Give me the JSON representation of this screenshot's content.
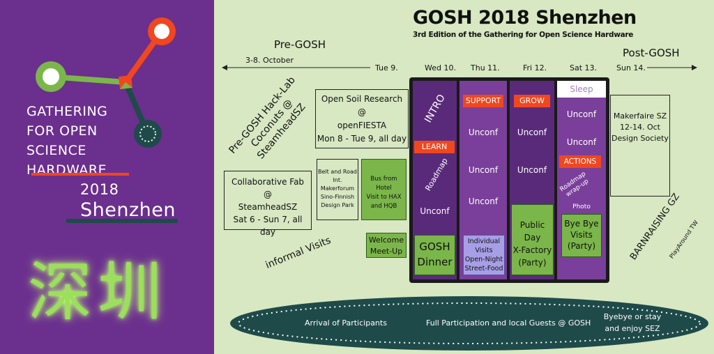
{
  "logo": {
    "lines": [
      "GATHERING",
      "FOR OPEN",
      "SCIENCE",
      "HARDWARE"
    ],
    "year": "2018",
    "city": "Shenzhen",
    "chinese": "深圳"
  },
  "title": "GOSH 2018 Shenzhen",
  "subtitle": "3rd Edition of the Gathering for Open Science Hardware",
  "pre_gosh": {
    "label": "Pre-GOSH",
    "dates": "3-8. October"
  },
  "post_gosh": {
    "label": "Post-GOSH"
  },
  "days": [
    "Tue 9.",
    "Wed 10.",
    "Thu 11.",
    "Fri 12.",
    "Sat 13.",
    "Sun 14."
  ],
  "hacklab": {
    "lines": [
      "Pre-GOSH Hack-Lab",
      "Coconuts @",
      "SteamheadSZ"
    ]
  },
  "open_soil": {
    "lines": [
      "Open Soil Research",
      "@",
      "openFIESTA",
      "Mon 8 - Tue 9, all day"
    ]
  },
  "collab_fab": {
    "lines": [
      "Collaborative Fab",
      "@",
      "SteamheadSZ",
      "Sat 6 - Sun 7, all day"
    ]
  },
  "belt_road": {
    "lines": [
      "Belt and Road",
      "Int. Makerforum",
      "Sino-Finnish",
      "Design Park"
    ]
  },
  "bus": {
    "lines": [
      "Bus from Hotel",
      "Visit to HAX",
      "and HQB"
    ]
  },
  "informal": "informal Visits",
  "welcome": {
    "lines": [
      "Welcome",
      "Meet-Up"
    ]
  },
  "schedule": {
    "wed": {
      "intro": "INTRO",
      "learn": "LEARN",
      "roadmap": "Roadmap",
      "unconf": "Unconf",
      "dinner": [
        "GOSH",
        "Dinner"
      ]
    },
    "thu": {
      "support": "SUPPORT",
      "unconf": [
        "Unconf",
        "Unconf",
        "Unconf"
      ],
      "visits": [
        "Individual",
        "Visits",
        "Open-Night",
        "Street-Food"
      ]
    },
    "fri": {
      "grow": "GROW",
      "unconf": [
        "Unconf",
        "Unconf"
      ],
      "public": [
        "Public Day",
        "X-Factory",
        "(Party)"
      ]
    },
    "sat": {
      "sleep": "Sleep",
      "unconf": [
        "Unconf",
        "Unconf"
      ],
      "actions": "ACTIONS",
      "roadmap_wrap": [
        "Roadmap",
        "wrap-up"
      ],
      "photo": "Photo",
      "byebye": [
        "Bye Bye",
        "Visits",
        "(Party)"
      ]
    }
  },
  "makerfaire": {
    "lines": [
      "Makerfaire SZ",
      "12-14. Oct",
      "Design Society"
    ]
  },
  "barnraising": "BARNRAISING GZ",
  "playaround": "PlayAround TW",
  "banner": {
    "arrival": "Arrival of Participants",
    "full": "Full Participation and local Guests @ GOSH",
    "bye": [
      "Byebye or stay",
      "and enjoy SEZ"
    ]
  },
  "colors": {
    "purple_bg": "#6b2f8e",
    "col_purple": "#7a3f9a",
    "dark_purple": "#5a2a7a",
    "green": "#7bb64a",
    "red": "#f0471f",
    "bg": "#d7e8c2",
    "banner": "#1f4a4a"
  }
}
